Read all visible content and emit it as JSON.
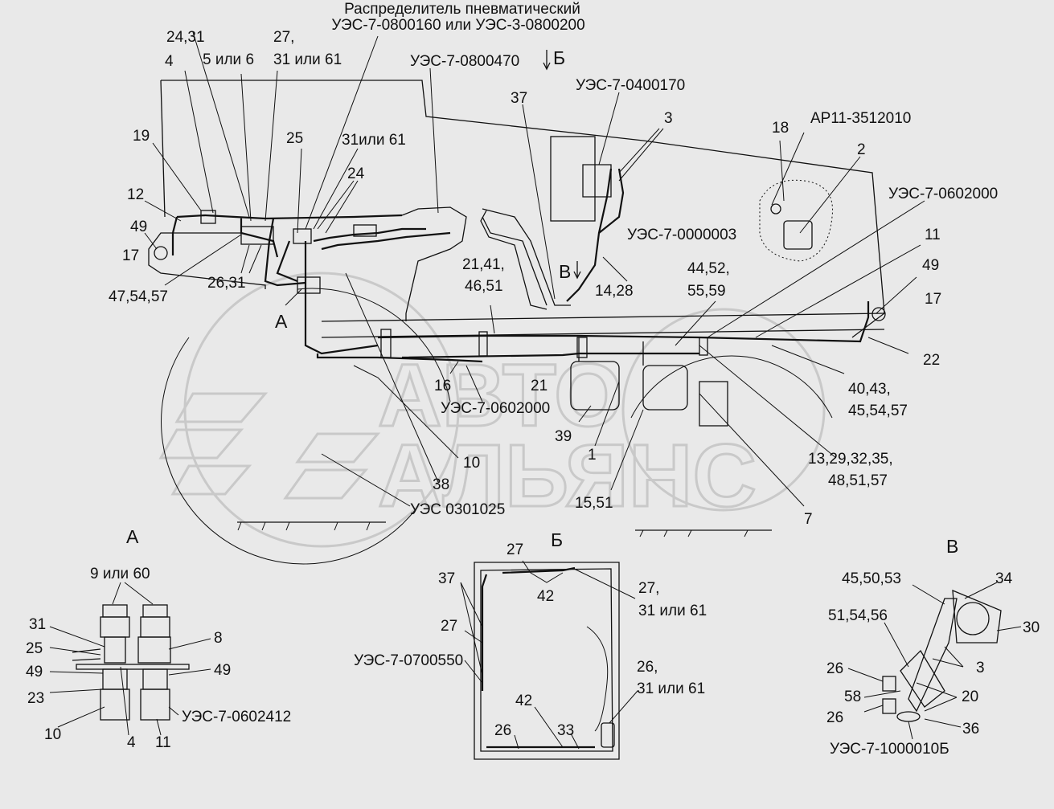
{
  "watermark": {
    "line1": "АВТО",
    "line2": "АЛЬЯНС"
  },
  "main": {
    "title_line1": "Распределитель пневматический",
    "title_line2": "УЭС-7-0800160 или УЭС-3-0800200",
    "view_A": "А",
    "view_B": "Б",
    "view_V": "В",
    "labels": {
      "l2431": "24,31",
      "l27c": "27,",
      "l3161a": "31 или 61",
      "l4": "4",
      "l5or6": "5 или 6",
      "l0800470": "УЭС-7-0800470",
      "l37": "37",
      "l0400170": "УЭС-7-0400170",
      "l3": "3",
      "l18": "18",
      "lap11": "АР11-3512010",
      "l2": "2",
      "l19": "19",
      "l25": "25",
      "l31or61": "31или 61",
      "l24": "24",
      "l0602000a": "УЭС-7-0602000",
      "l12": "12",
      "l49a": "49",
      "l17a": "17",
      "l0000003": "УЭС-7-0000003",
      "l11": "11",
      "l214146": "21,41,",
      "l4651": "46,51",
      "l44_52": "44,52,",
      "l55_59": "55,59",
      "l49b": "49",
      "l2631": "26,31",
      "l475457": "47,54,57",
      "l1428": "14,28",
      "l17b": "17",
      "lA": "А",
      "l22": "22",
      "l16": "16",
      "l21": "21",
      "l0602000b": "УЭС-7-0602000",
      "l404357a": "40,43,",
      "l455457": "45,54,57",
      "l39": "39",
      "l1": "1",
      "l10": "10",
      "l38": "38",
      "l0301025": "УЭС 0301025",
      "l1551": "15,51",
      "l13293235": "13,29,32,35,",
      "l485157": "48,51,57",
      "l7": "7"
    }
  },
  "detail_A": {
    "title": "А",
    "l9or60": "9 или 60",
    "l31": "31",
    "l8": "8",
    "l25": "25",
    "l49a": "49",
    "l49b": "49",
    "l23": "23",
    "l10": "10",
    "l4": "4",
    "l11": "11",
    "l0602412": "УЭС-7-0602412"
  },
  "detail_B": {
    "title": "Б",
    "l27a": "27",
    "l37": "37",
    "l42a": "42",
    "l27b": "27,",
    "l3161a": "31 или 61",
    "l27c": "27",
    "l0700550": "УЭС-7-0700550",
    "l26a": "26,",
    "l3161b": "31 или 61",
    "l42b": "42",
    "l26b": "26",
    "l33": "33"
  },
  "detail_V": {
    "title": "В",
    "l455053": "45,50,53",
    "l34": "34",
    "l515456": "51,54,56",
    "l30": "30",
    "l26a": "26",
    "l3": "3",
    "l58": "58",
    "l20": "20",
    "l26b": "26",
    "l36": "36",
    "l1000010": "УЭС-7-1000010Б"
  }
}
